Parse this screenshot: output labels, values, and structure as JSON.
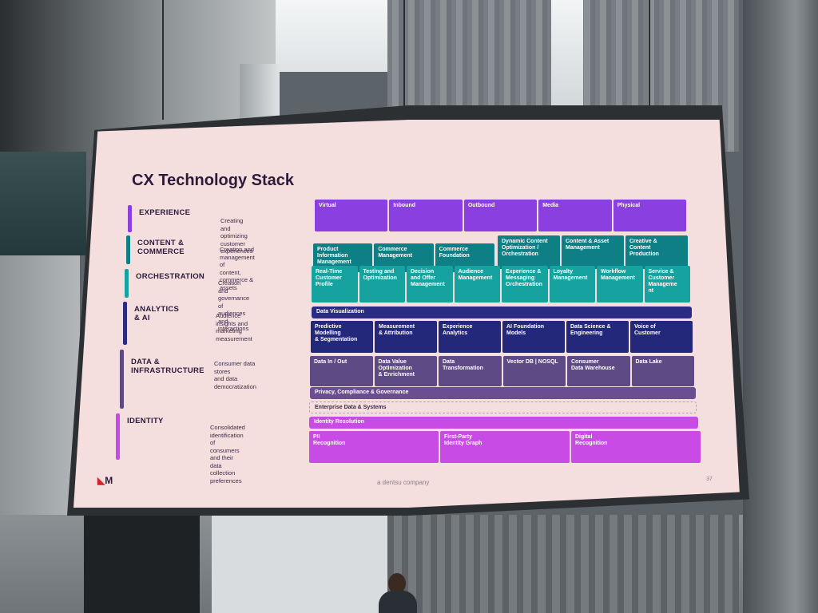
{
  "slide": {
    "title": "CX Technology Stack",
    "footer_company": "a dentsu company",
    "page_number": "37",
    "logo_text": "M"
  },
  "rows": [
    {
      "label": "EXPERIENCE",
      "description": "Creating and optimizing\ncustomer experiences",
      "bar_color": "#8a3fe0"
    },
    {
      "label": "CONTENT &\nCOMMERCE",
      "description": "Creation and management of\ncontent, commerce & assets",
      "bar_color": "#0e7f84"
    },
    {
      "label": "ORCHESTRATION",
      "description": "Creation and governance of\naudiences and interactions",
      "bar_color": "#16a3a0"
    },
    {
      "label": "ANALYTICS & AI",
      "description": "Audience insights and\nmarketing measurement",
      "bar_color": "#2a2b82"
    },
    {
      "label": "DATA &\nINFRASTRUCTURE",
      "description": "Consumer data stores\nand data democratization",
      "bar_color": "#5e4a84"
    },
    {
      "label": "IDENTITY",
      "description": "Consolidated identification\nof consumers and their data\ncollection preferences",
      "bar_color": "#c848e8"
    }
  ],
  "experience_cells": [
    "Virtual",
    "Inbound",
    "Outbound",
    "Media",
    "Physical"
  ],
  "content_cells_left": [
    "Product\nInformation\nManagement",
    "Commerce\nManagement",
    "Commerce\nFoundation"
  ],
  "content_cells_right": [
    "Dynamic Content\nOptimization /\nOrchestration",
    "Content & Asset\nManagement",
    "Creative &\nContent\nProduction"
  ],
  "orchestration_cells": [
    "Real-Time\nCustomer\nProfile",
    "Testing and\nOptimization",
    "Decision\nand Offer\nManagement",
    "Audience\nManagement",
    "Experience &\nMessaging\nOrchestration",
    "Loyalty\nManagement",
    "Workflow\nManagement",
    "Service &\nCustomer\nManageme\nnt"
  ],
  "analytics_bar": "Data Visualization",
  "analytics_cells": [
    "Predictive\nModelling\n& Segmentation",
    "Measurement\n& Attribution",
    "Experience\nAnalytics",
    "AI Foundation\nModels",
    "Data Science &\nEngineering",
    "Voice of\nCustomer"
  ],
  "data_cells": [
    "Data In / Out",
    "Data Value\nOptimization\n& Enrichment",
    "Data\nTransformation",
    "Vector DB | NOSQL",
    "Consumer\nData Warehouse",
    "Data Lake"
  ],
  "privacy_bar": "Privacy, Compliance & Governance",
  "enterprise_bar": "Enterprise Data & Systems",
  "identity_bar": "Identity Resolution",
  "identity_cells": [
    "PII\nRecognition",
    "First-Party\nIdentity Graph",
    "Digital\nRecognition"
  ],
  "colors": {
    "experience": "#8a3fe0",
    "content": "#0e7f84",
    "orchestration": "#16a3a0",
    "analytics_bar": "#2a2b82",
    "analytics": "#23287a",
    "data": "#5e4a84",
    "privacy": "#6b4e92",
    "identity": "#c84be6",
    "screen_bg": "#f5dede"
  }
}
